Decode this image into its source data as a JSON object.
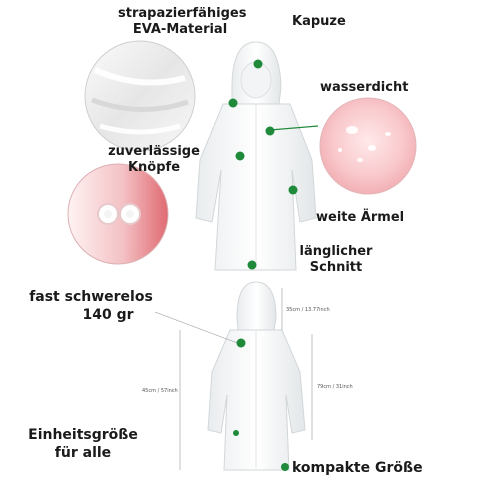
{
  "accent": "#1e8a3a",
  "top": {
    "material": [
      "strapazierfähiges",
      "EVA-Material"
    ],
    "hood": "Kapuze",
    "waterproof": "wasserdicht",
    "buttons": [
      "zuverlässige",
      "Knöpfe"
    ],
    "sleeves": "weite Ärmel",
    "length": [
      "länglicher",
      "Schnitt"
    ]
  },
  "bottom": {
    "weight": [
      "fast schwerelos",
      "140 gr"
    ],
    "size": [
      "Einheitsgröße",
      "für alle"
    ],
    "compact": "kompakte Größe",
    "dims": {
      "hood": "35cm / 13.77inch",
      "body": "79cm / 31inch",
      "total": "45cm / 57inch"
    }
  }
}
